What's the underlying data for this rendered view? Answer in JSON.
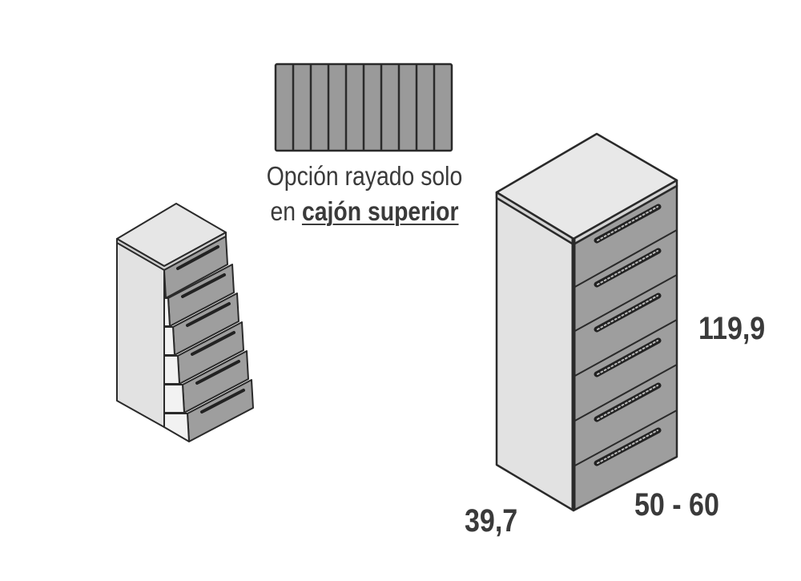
{
  "swatch": {
    "label": "striped-drawer-front-sample",
    "stripes": 10,
    "color": "#9a9a9a"
  },
  "caption": {
    "line1": "Opción rayado solo",
    "line2_prefix": "en ",
    "line2_bold": "cajón superior"
  },
  "dimensions": {
    "height": "119,9",
    "depth": "39,7",
    "width": "50 - 60"
  },
  "colors": {
    "body": "#e2e2e2",
    "top": "#e8e8e8",
    "drawer": "#9e9e9e",
    "outline": "#2a2a2a"
  },
  "small_cabinet": {
    "drawers": 6,
    "state": "drawers-open"
  },
  "large_cabinet": {
    "drawers": 6,
    "state": "drawers-closed"
  }
}
